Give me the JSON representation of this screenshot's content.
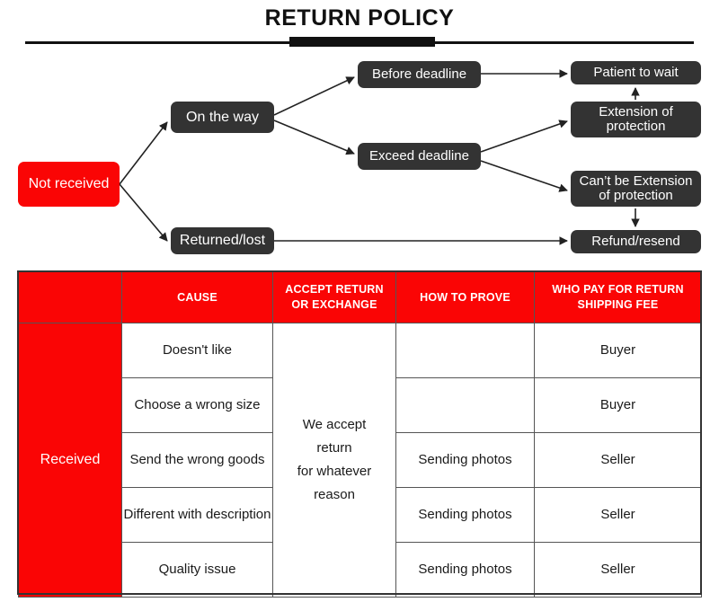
{
  "header": {
    "title": "RETURN POLICY"
  },
  "flowchart": {
    "nodes": [
      {
        "id": "not-received",
        "label": "Not received",
        "style": "red"
      },
      {
        "id": "on-the-way",
        "label": "On the way",
        "style": "dark"
      },
      {
        "id": "returned-lost",
        "label": "Returned/lost",
        "style": "dark"
      },
      {
        "id": "before-deadline",
        "label": "Before deadline",
        "style": "dark"
      },
      {
        "id": "exceed-deadline",
        "label": "Exceed deadline",
        "style": "dark"
      },
      {
        "id": "patient-to-wait",
        "label": "Patient to wait",
        "style": "dark"
      },
      {
        "id": "extension",
        "label": "Extension of protection",
        "style": "dark"
      },
      {
        "id": "cant-extension",
        "label": "Can’t be Extension of protection",
        "style": "dark"
      },
      {
        "id": "refund-resend",
        "label": "Refund/resend",
        "style": "dark"
      }
    ],
    "edges": [
      {
        "from": "not-received",
        "to": "on-the-way"
      },
      {
        "from": "not-received",
        "to": "returned-lost"
      },
      {
        "from": "on-the-way",
        "to": "before-deadline"
      },
      {
        "from": "on-the-way",
        "to": "exceed-deadline"
      },
      {
        "from": "before-deadline",
        "to": "patient-to-wait"
      },
      {
        "from": "exceed-deadline",
        "to": "extension"
      },
      {
        "from": "exceed-deadline",
        "to": "cant-extension"
      },
      {
        "from": "extension",
        "to": "patient-to-wait"
      },
      {
        "from": "cant-extension",
        "to": "refund-resend"
      },
      {
        "from": "returned-lost",
        "to": "refund-resend"
      }
    ]
  },
  "table": {
    "columns": [
      "",
      "CAUSE",
      "ACCEPT RETURN OR EXCHANGE",
      "HOW TO PROVE",
      "WHO PAY FOR RETURN SHIPPING FEE"
    ],
    "column_lines": {
      "accept_return_line1": "ACCEPT RETURN",
      "accept_return_line2": "OR EXCHANGE",
      "who_pay_line1": "WHO PAY FOR RETURN",
      "who_pay_line2": "SHIPPING FEE"
    },
    "row_group_label": "Received",
    "accept_cell_lines": [
      "We accept",
      "return",
      "for whatever",
      "reason"
    ],
    "rows": [
      {
        "cause": "Doesn't like",
        "how_to_prove": "",
        "who_pays": "Buyer"
      },
      {
        "cause": "Choose a wrong size",
        "how_to_prove": "",
        "who_pays": "Buyer"
      },
      {
        "cause": "Send the wrong goods",
        "how_to_prove": "Sending photos",
        "who_pays": "Seller"
      },
      {
        "cause": "Different with description",
        "how_to_prove": "Sending photos",
        "who_pays": "Seller"
      },
      {
        "cause": "Quality issue",
        "how_to_prove": "Sending photos",
        "who_pays": "Seller"
      }
    ]
  },
  "colors": {
    "accent_red": "#fa0505",
    "node_dark": "#333333",
    "text_dark": "#111111",
    "border": "#555555"
  }
}
